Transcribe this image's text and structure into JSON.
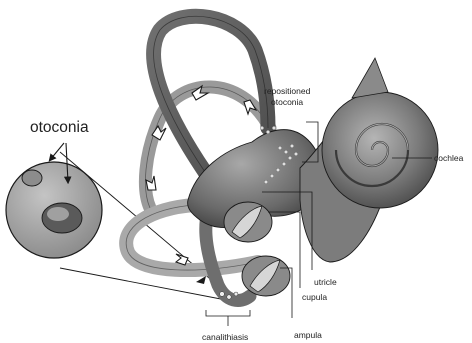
{
  "labels": {
    "otoconia": "otoconia",
    "repositioned_line1": "repositioned",
    "repositioned_line2": "otoconia",
    "cochlea": "cochlea",
    "utricle": "utricle",
    "cupula": "cupula",
    "ampula": "ampula",
    "canalithiasis": "canalithiasis"
  },
  "colors": {
    "dark_tissue": "#4a4a4a",
    "mid_tissue": "#6e6e6e",
    "light_tissue": "#9a9a9a",
    "highlight": "#d9d9d9",
    "inset_fill": "#9c9c9c",
    "outline": "#1a1a1a",
    "label_text": "#222222"
  }
}
